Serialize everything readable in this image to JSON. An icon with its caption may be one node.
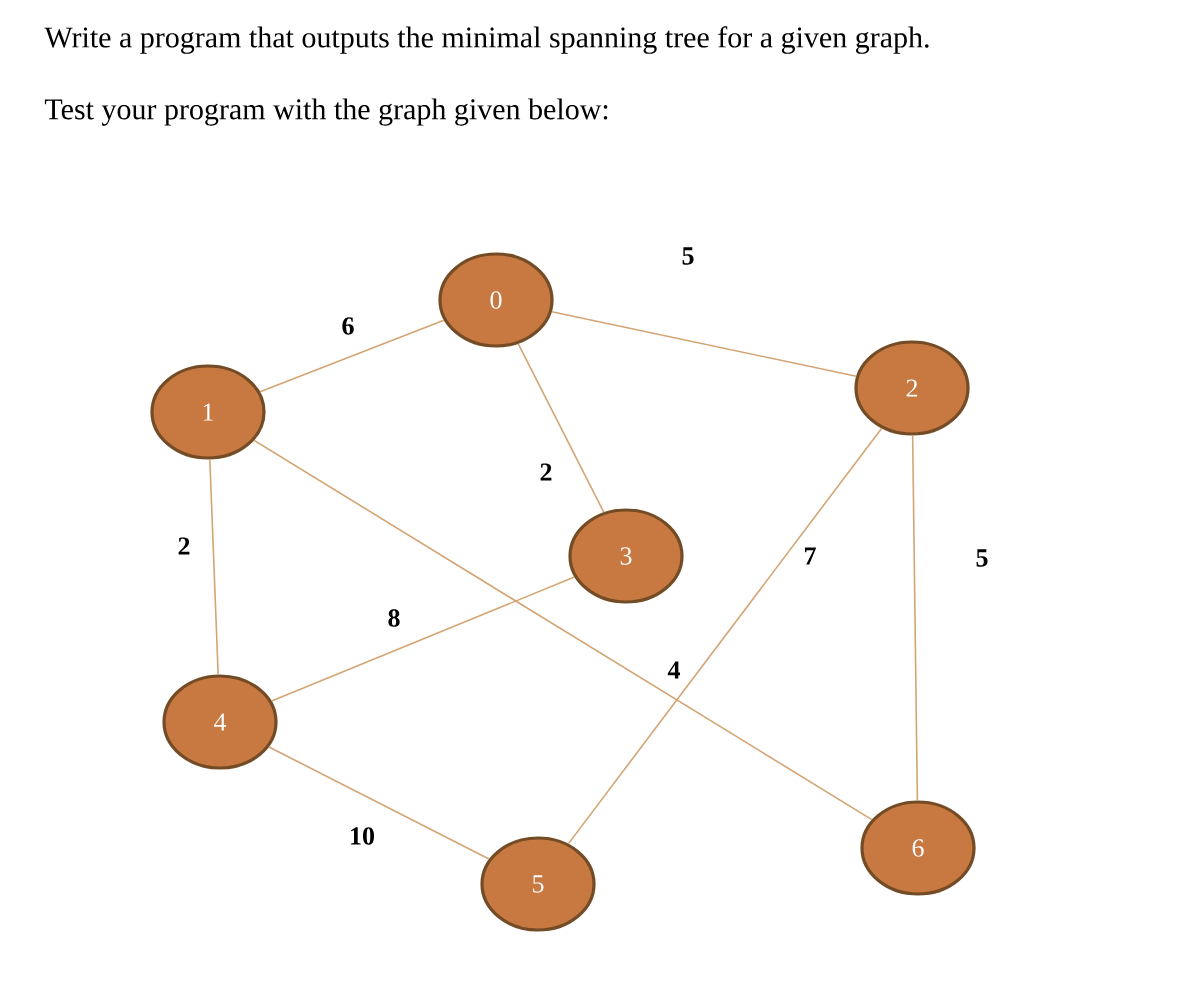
{
  "diagram": {
    "title": "Write a program that outputs the minimal spanning tree for a given graph.",
    "nodes": [
      {
        "text": [
          "0"
        ]
      },
      {
        "text": [
          "1"
        ]
      },
      {
        "text": [
          "2"
        ]
      },
      {
        "text": [
          "3"
        ]
      },
      {
        "text": [
          "4"
        ]
      },
      {
        "text": [
          "5"
        ]
      },
      {
        "text": [
          "6"
        ]
      }
    ],
    "edges": [
      {
        "from": 0,
        "to": 1,
        "arrow": "none",
        "label": "6"
      },
      {
        "from": 0,
        "to": 2,
        "arrow": "none",
        "label": "5"
      },
      {
        "from": 0,
        "to": 3,
        "arrow": "none",
        "label": "2"
      },
      {
        "from": 1,
        "to": 4,
        "arrow": "none",
        "label": "2"
      },
      {
        "from": 1,
        "to": 6,
        "arrow": "none",
        "label": "4"
      },
      {
        "from": 2,
        "to": 5,
        "arrow": "none",
        "label": "7"
      },
      {
        "from": 2,
        "to": 6,
        "arrow": "none",
        "label": "5"
      },
      {
        "from": 3,
        "to": 4,
        "arrow": "none",
        "label": "8"
      },
      {
        "from": 4,
        "to": 5,
        "arrow": "none",
        "label": "10"
      }
    ],
    "labels": [
      "Test your program with the graph given below:"
    ]
  }
}
